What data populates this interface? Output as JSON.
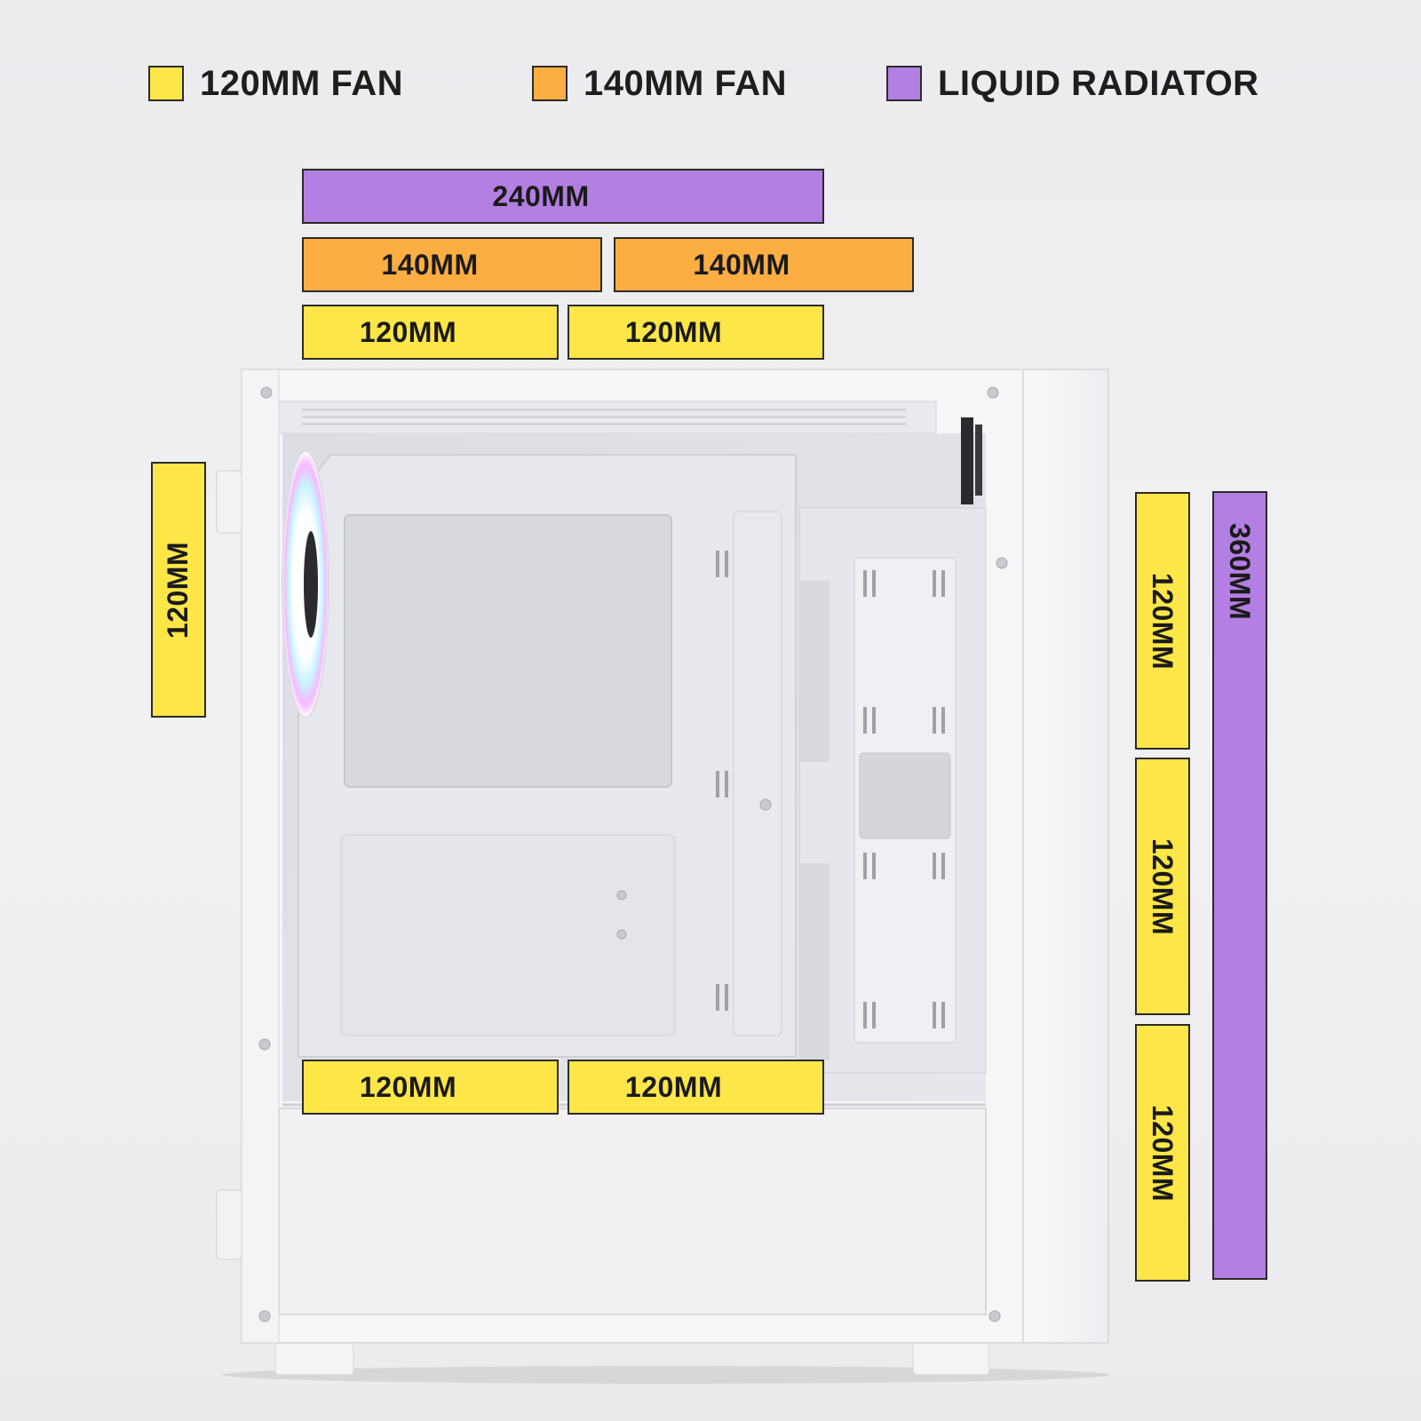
{
  "legend": [
    {
      "label": "120MM FAN",
      "color": "#fde647"
    },
    {
      "label": "140MM FAN",
      "color": "#fcae43"
    },
    {
      "label": "LIQUID RADIATOR",
      "color": "#b37fe2"
    }
  ],
  "top": {
    "radiator_240": "240MM",
    "fan_140_a": "140MM",
    "fan_140_b": "140MM",
    "fan_120_a": "120MM",
    "fan_120_b": "120MM"
  },
  "rear": {
    "fan_120": "120MM"
  },
  "bottom": {
    "fan_120_a": "120MM",
    "fan_120_b": "120MM"
  },
  "front": {
    "fan_120_a": "120MM",
    "fan_120_b": "120MM",
    "fan_120_c": "120MM",
    "radiator_360": "360MM"
  },
  "colors": {
    "fan_120": "#fde647",
    "fan_140": "#fcae43",
    "radiator": "#b37fe2",
    "case_white": "#f7f7f9"
  }
}
